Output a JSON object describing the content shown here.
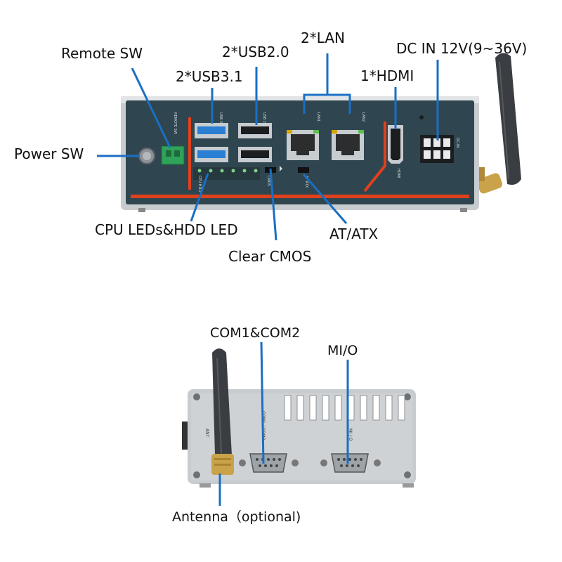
{
  "front_panel": {
    "callouts": {
      "remote_sw": "Remote SW",
      "usb31": "2*USB3.1",
      "usb20": "2*USB2.0",
      "lan": "2*LAN",
      "hdmi": "1*HDMI",
      "dc_in": "DC IN 12V(9~36V)",
      "power_sw": "Power SW",
      "cpu_leds": "CPU LEDs&HDD LED",
      "clear_cmos": "Clear CMOS",
      "at_atx": "AT/ATX"
    },
    "silkscreen": {
      "remote": "REMOTE SW",
      "usb31": "USB 3.1",
      "usb20": "USB 2.0",
      "lan1": "LAN1",
      "lan2": "LAN2",
      "hdmi": "HDMI",
      "dc_in": "DC-IN",
      "cpu_hdd": "CPU HDD",
      "cmos": "CMOS",
      "atx": "AT ATX"
    }
  },
  "rear_panel": {
    "callouts": {
      "com": "COM1&COM2",
      "mio": "MI/O",
      "antenna": "Antenna（optional)"
    },
    "silkscreen": {
      "ant": "ANT",
      "com": "COM1 / COM2",
      "mio": "MI / O"
    }
  },
  "colors": {
    "leader_line": "#1a6fc4",
    "panel_body": "#2f4650",
    "accent_red": "#e0401c",
    "usb3_blue": "#2a7fd4",
    "chassis": "#c9cccf",
    "antenna_gold": "#c9a24a"
  }
}
